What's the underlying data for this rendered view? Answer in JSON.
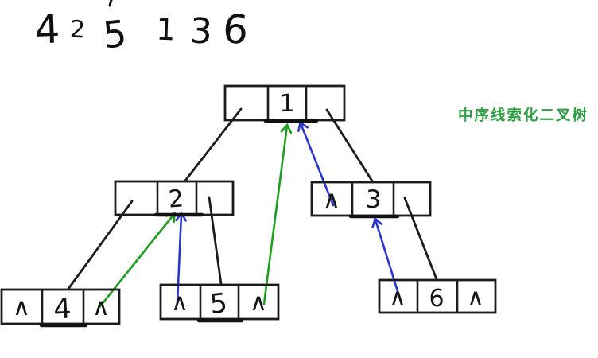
{
  "caption": {
    "text": "中序线索化二叉树",
    "color": "#2ea043"
  },
  "sequence": {
    "digits": [
      "4",
      "2",
      "5",
      "1",
      "3",
      "6"
    ]
  },
  "colors": {
    "ink": "#1c1c1c",
    "thread_green": "#1d9e20",
    "thread_blue": "#2a35d0"
  },
  "nodes": [
    {
      "name": "1",
      "left": "",
      "value": "1",
      "right": ""
    },
    {
      "name": "2",
      "left": "",
      "value": "2",
      "right": ""
    },
    {
      "name": "3",
      "left": "∧",
      "value": "3",
      "right": ""
    },
    {
      "name": "4",
      "left": "∧",
      "value": "4",
      "right": "∧"
    },
    {
      "name": "5",
      "left": "∧",
      "value": "5",
      "right": "∧"
    },
    {
      "name": "6",
      "left": "∧",
      "value": "6",
      "right": "∧"
    }
  ],
  "tree": {
    "child_edges": [
      {
        "parent": "1",
        "child": "2",
        "side": "left"
      },
      {
        "parent": "1",
        "child": "3",
        "side": "right"
      },
      {
        "parent": "2",
        "child": "4",
        "side": "left"
      },
      {
        "parent": "2",
        "child": "5",
        "side": "right"
      },
      {
        "parent": "3",
        "child": "6",
        "side": "right"
      }
    ],
    "threads": [
      {
        "from": "4",
        "to": "2",
        "pointer": "right",
        "meaning": "successor",
        "color": "green"
      },
      {
        "from": "5",
        "to": "2",
        "pointer": "left",
        "meaning": "predecessor",
        "color": "blue"
      },
      {
        "from": "5",
        "to": "1",
        "pointer": "right",
        "meaning": "successor",
        "color": "green"
      },
      {
        "from": "3",
        "to": "1",
        "pointer": "left",
        "meaning": "predecessor",
        "color": "blue"
      },
      {
        "from": "6",
        "to": "3",
        "pointer": "left",
        "meaning": "predecessor",
        "color": "blue"
      }
    ]
  }
}
